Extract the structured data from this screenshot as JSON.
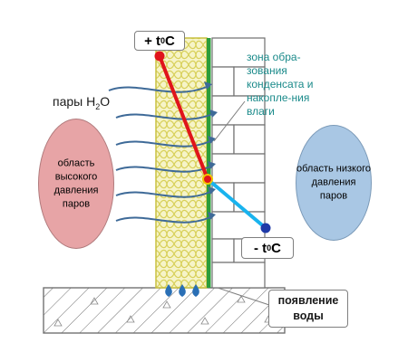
{
  "diagram": {
    "temp_hot_sign": "+ t",
    "temp_hot_degree": "0",
    "temp_hot_unit": "C",
    "temp_cold_sign": "- t",
    "temp_cold_degree": "0",
    "temp_cold_unit": "C",
    "vapor_label_main": "пары H",
    "vapor_label_sub": "2",
    "vapor_label_end": "O",
    "zone_label": "зона обра-зования конденсата и накопле-ния влаги",
    "high_pressure_label": "область высокого давления паров",
    "low_pressure_label": "область низкого давления паров",
    "water_label": "появление воды",
    "colors": {
      "insulation_fill": "#f6f4c8",
      "insulation_pattern": "#d8d05a",
      "membrane": "#2a9d3a",
      "hot_line": "#e0151b",
      "cold_line": "#19b3ee",
      "arrows": "#3e6a98",
      "high_pressure": "#e7a4a6",
      "low_pressure": "#a9c7e4",
      "water_drops": "#2a6fb5",
      "zone_text": "#1a8a8a"
    }
  }
}
